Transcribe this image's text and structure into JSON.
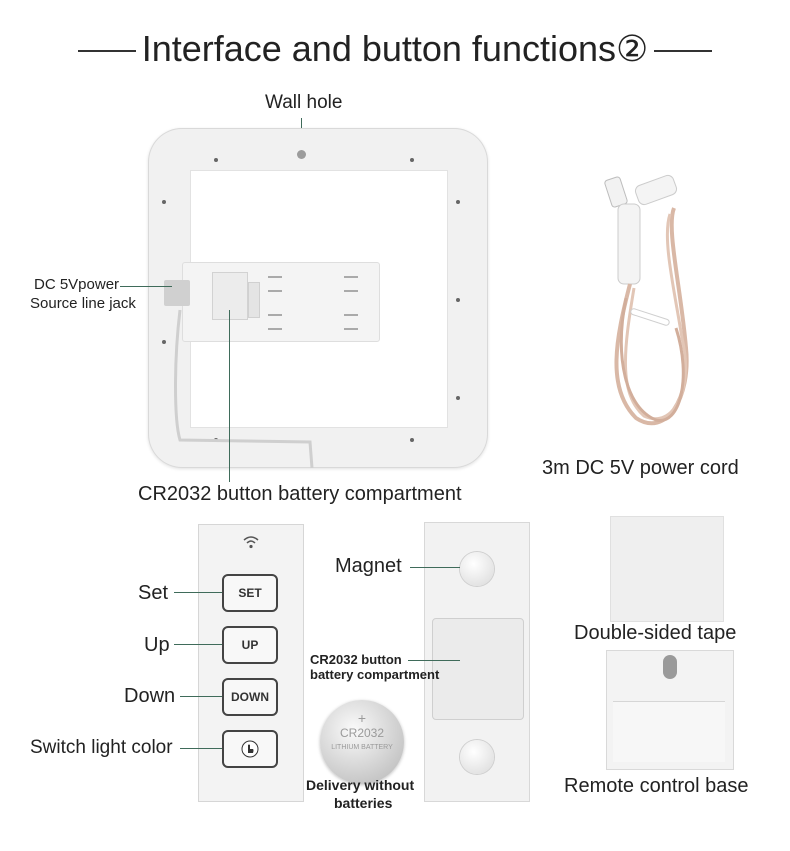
{
  "title": "Interface and button functions②",
  "labels": {
    "wall_hole": "Wall hole",
    "dc_power_line1": "DC 5Vpower",
    "dc_power_line2": "Source line jack",
    "battery_compartment": "CR2032 button battery compartment",
    "power_cord": "3m DC 5V power cord",
    "magnet": "Magnet",
    "holder_battery_line1": "CR2032 button",
    "holder_battery_line2": "battery compartment",
    "delivery_line1": "Delivery without",
    "delivery_line2": "batteries",
    "double_sided_tape": "Double-sided tape",
    "remote_base": "Remote control base"
  },
  "remote": {
    "buttons": [
      {
        "label": "Set",
        "key": "SET"
      },
      {
        "label": "Up",
        "key": "UP"
      },
      {
        "label": "Down",
        "key": "DOWN"
      },
      {
        "label": "Switch light color",
        "key": ""
      }
    ]
  },
  "coin": {
    "model": "CR2032",
    "text": "LITHIUM BATTERY"
  },
  "icons": {
    "remote_signal": "wifi-signal-icon",
    "light_color": "touch-hand-icon"
  },
  "colors": {
    "leader_line": "#3f6b5a",
    "frame": "#f1f1f1",
    "cord": "#d9b8a6"
  }
}
